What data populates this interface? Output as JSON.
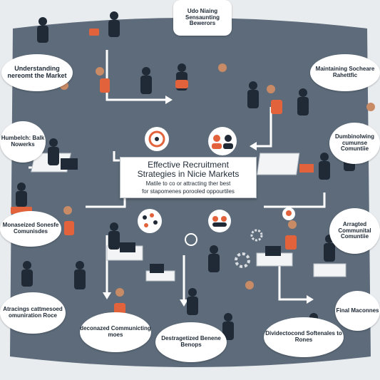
{
  "center": {
    "title_line1": "Effective Recruitment",
    "title_line2": "Strategies in Nicie Markets",
    "subtitle_line1": "Matile to co or attracting ther best",
    "subtitle_line2": "for stapomenes porooled oppourtiles"
  },
  "labels": {
    "top_center": "Udo Niaing Sensaunting Bewerors",
    "understanding": "Understanding nereomt the Market",
    "maintaining": "Maintaining Socheare Rahettfic",
    "humbelch": "Humbelch: Balk Nowerks",
    "dumbinolwing": "Dumbinolwing cumunse Comuntiie",
    "monaseized": "Monaseized Sonesfe Comunisdes",
    "arragted": "Arragted Communital Comuntiie",
    "atracings": "Atracings cattmesoed omuniration Roce",
    "deconazed": "deconazed Communicting moes",
    "destragetized": "Destragetized Benene Benops",
    "dividectocond": "Dividectocond Softenales to Rones",
    "final": "Final Maconnes"
  },
  "colors": {
    "background": "#e9ecef",
    "floor": "#5d6b7a",
    "arrow": "#ffffff",
    "accent": "#e2633b",
    "text": "#1f2a36"
  },
  "icons": [
    "target-icon",
    "team-icon",
    "network-icon",
    "gear-icon",
    "lightbulb-icon",
    "laptop-icon"
  ]
}
